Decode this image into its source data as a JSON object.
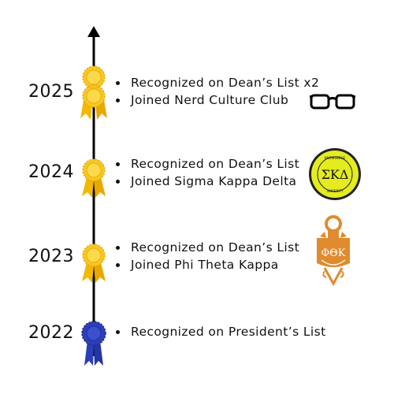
{
  "timeline": [
    {
      "year": "2025",
      "award": "gold-rosette-double",
      "items": [
        "Recognized on Dean’s List x2",
        "Joined Nerd Culture Club"
      ],
      "logo": "glasses-icon"
    },
    {
      "year": "2024",
      "award": "gold-rosette",
      "items": [
        "Recognized on Dean’s List",
        "Joined Sigma Kappa Delta"
      ],
      "logo": "sigma-kappa-delta-seal",
      "logo_text": "ΣΚΔ",
      "logo_ring_text": "KNOWLEDGE · SINCERITY · DESIRE"
    },
    {
      "year": "2023",
      "award": "gold-rosette",
      "items": [
        "Recognized on Dean’s List",
        "Joined Phi Theta Kappa"
      ],
      "logo": "phi-theta-kappa-key",
      "logo_text": "ΦΘΚ"
    },
    {
      "year": "2022",
      "award": "blue-rosette",
      "items": [
        "Recognized on President’s List"
      ]
    }
  ],
  "colors": {
    "gold": "#f5c518",
    "gold_dark": "#e3a90e",
    "blue": "#2c3fb8",
    "seal_yellow": "#e4ec20",
    "ptk_orange": "#e08b2e"
  }
}
